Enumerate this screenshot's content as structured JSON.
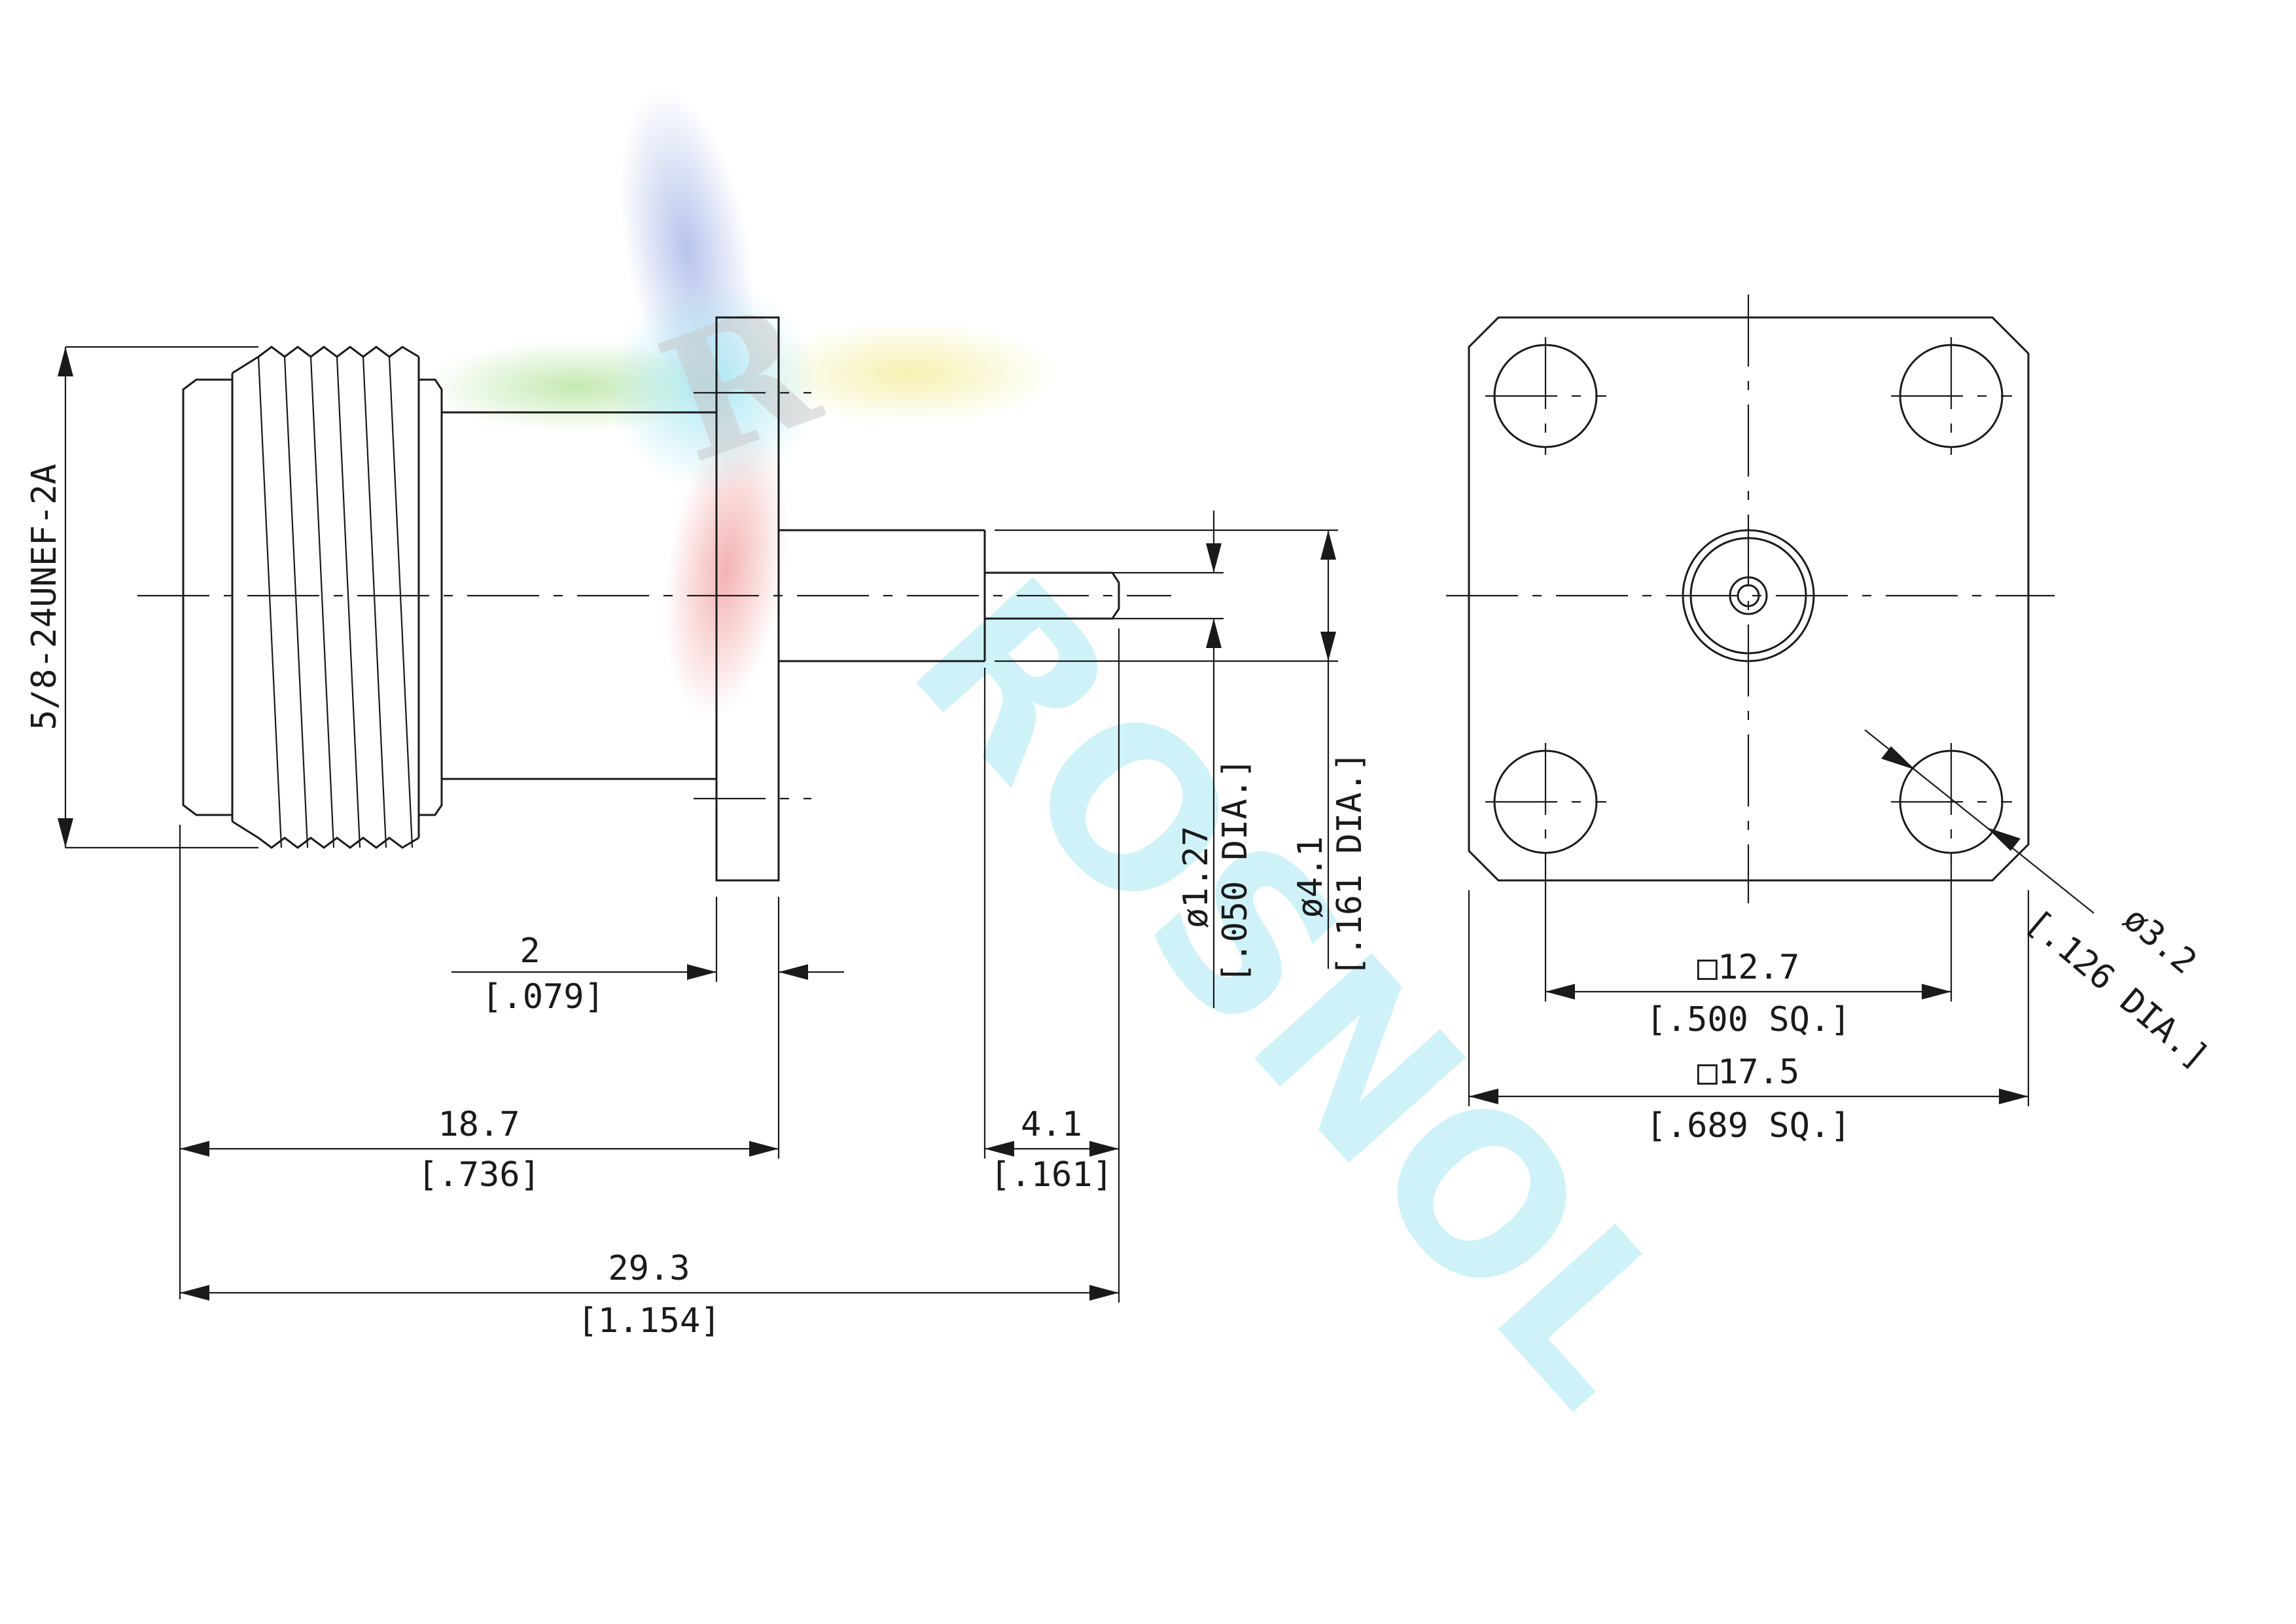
{
  "watermark": {
    "logo_letter": "R",
    "text": "ROSNOL",
    "colors": {
      "blue": "#9fb0e6",
      "cyan": "#9fe4f2",
      "green": "#b9e6a4",
      "yellow": "#f4f0a8",
      "red": "#f2a4a4",
      "text": "#a8e8f4"
    }
  },
  "side_view": {
    "thread_label": "5/8-24UNEF-2A",
    "flange_thickness": {
      "mm": "2",
      "inch": "[.079]"
    },
    "body_length": {
      "mm": "18.7",
      "inch": "[.736]"
    },
    "pin_length": {
      "mm": "4.1",
      "inch": "[.161]"
    },
    "overall_length": {
      "mm": "29.3",
      "inch": "[1.154]"
    },
    "pin_diameter": {
      "mm": "ø1.27",
      "inch": "[.050 DIA.]"
    },
    "dielectric_diameter": {
      "mm": "ø4.1",
      "inch": "[.161 DIA.]"
    }
  },
  "front_view": {
    "hole_spacing": {
      "mm": "□12.7",
      "inch": "[.500 SQ.]"
    },
    "flange_size": {
      "mm": "□17.5",
      "inch": "[.689 SQ.]"
    },
    "hole_diameter": {
      "mm": "ø3.2",
      "inch": "[.126 DIA.]"
    }
  }
}
